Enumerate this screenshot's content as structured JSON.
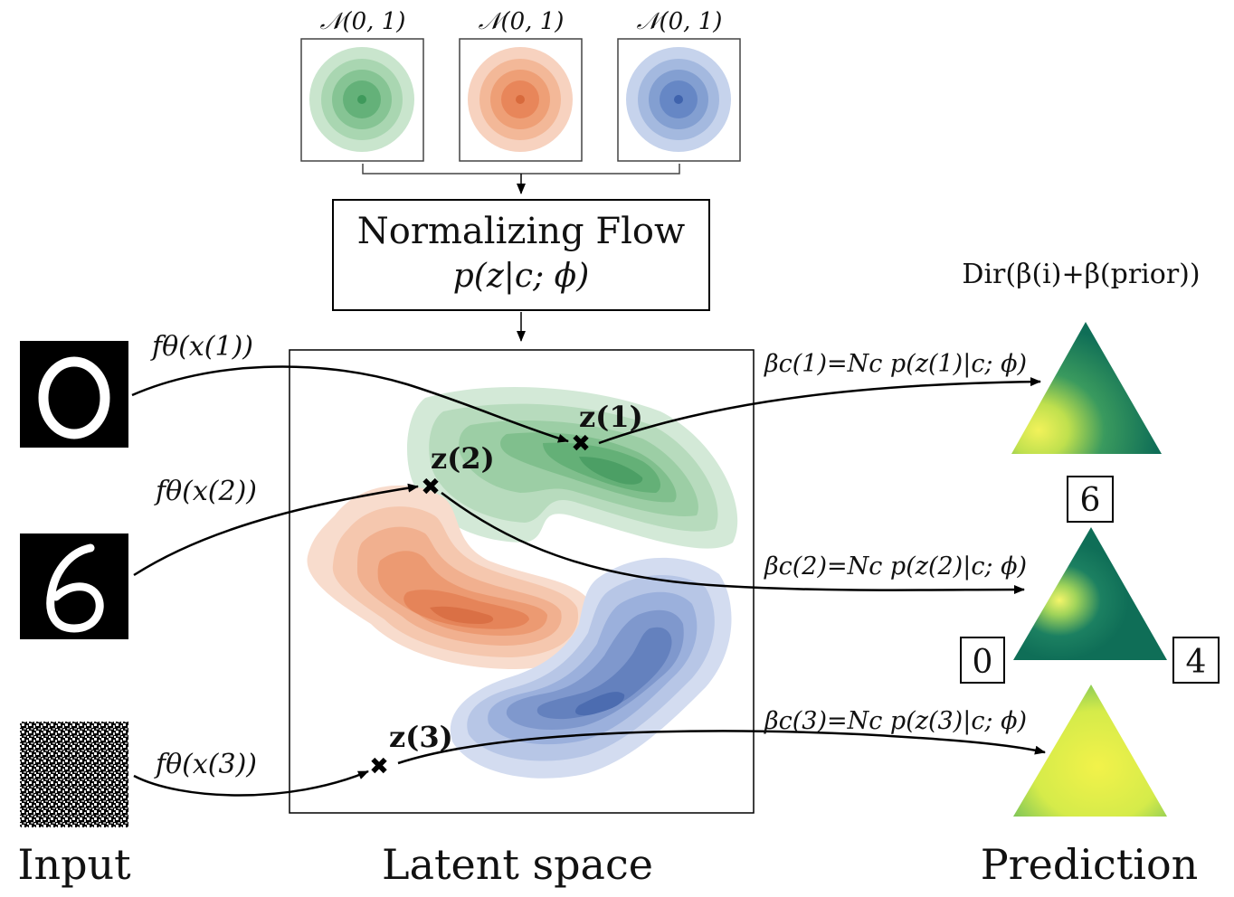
{
  "priors": [
    {
      "label": "𝒩(0, 1)",
      "color": "#5aa86a"
    },
    {
      "label": "𝒩(0, 1)",
      "color": "#e8865a"
    },
    {
      "label": "𝒩(0, 1)",
      "color": "#5b7fc0"
    }
  ],
  "flow": {
    "title": "Normalizing Flow",
    "formula": "p(z|c; ϕ)"
  },
  "inputs": [
    {
      "map_label": "fθ(x(1))",
      "kind": "digit-zero"
    },
    {
      "map_label": "fθ(x(2))",
      "kind": "digit-six"
    },
    {
      "map_label": "fθ(x(3))",
      "kind": "noise"
    }
  ],
  "latent_points": [
    "z(1)",
    "z(2)",
    "z(3)"
  ],
  "beta_labels": [
    "βc(1)=Nc p(z(1)|c; ϕ)",
    "βc(2)=Nc p(z(2)|c; ϕ)",
    "βc(3)=Nc p(z(3)|c; ϕ)"
  ],
  "dirichlet_title": "Dir(β(i)+β(prior))",
  "class_labels": {
    "top": "6",
    "left": "0",
    "right": "4"
  },
  "section_titles": {
    "input": "Input",
    "latent": "Latent space",
    "prediction": "Prediction"
  },
  "colors": {
    "green": "#3f9a5c",
    "orange": "#e07a4a",
    "blue": "#4a6fb5",
    "teal": "#0f6e57",
    "yellow": "#f2f25a"
  }
}
